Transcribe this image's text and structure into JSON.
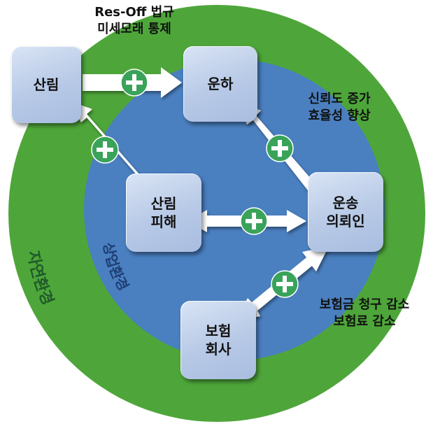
{
  "rings": {
    "outer_label": "자연환경",
    "inner_label": "상업환경",
    "outer_color": "#4ea63a",
    "inner_color": "#4a7fc0"
  },
  "nodes": {
    "forest": "산림",
    "shipping": "운하",
    "forest_damage": [
      "산림",
      "피해"
    ],
    "shipper": [
      "운송",
      "의뢰인"
    ],
    "insurer": [
      "보험",
      "회사"
    ]
  },
  "notes": {
    "regulation": [
      "Res-Off 법규",
      "미세모래 통제"
    ],
    "trust": [
      "신뢰도 증가",
      "효율성 향상"
    ],
    "insurance": [
      "보험금 청구 감소",
      "보험료 감소"
    ]
  },
  "plus_symbol": "+",
  "colors": {
    "arrow": "#ffffff",
    "plus_badge": "#3aa35a",
    "box": "#b7c9e6"
  }
}
